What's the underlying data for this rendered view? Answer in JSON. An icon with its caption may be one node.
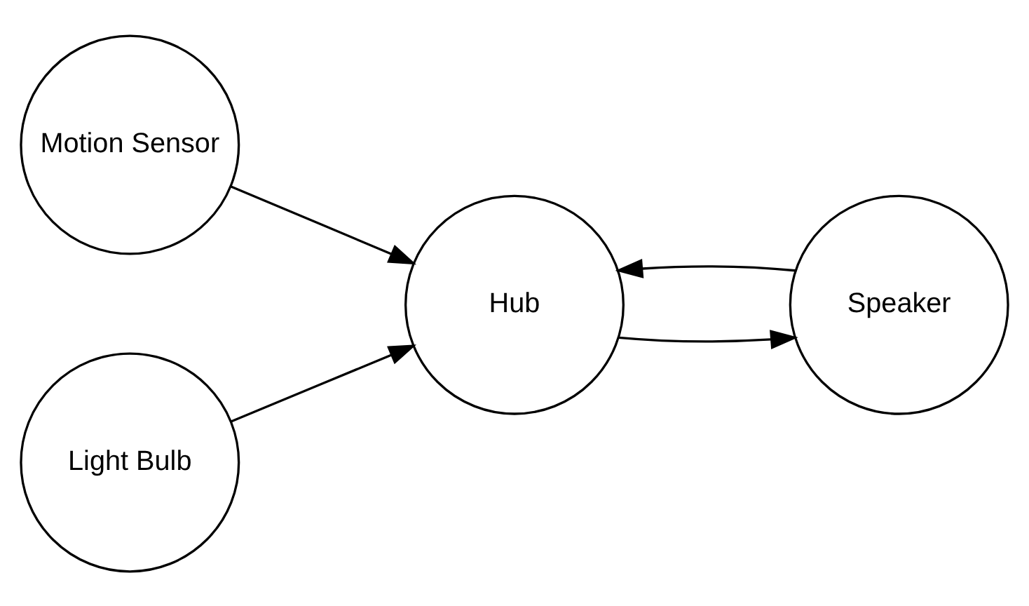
{
  "diagram": {
    "nodes": [
      {
        "text": [
          "Motion Sensor"
        ]
      },
      {
        "text": [
          "Light Bulb"
        ]
      },
      {
        "text": [
          "Hub"
        ]
      },
      {
        "text": [
          "Speaker"
        ]
      }
    ],
    "edges": [
      {
        "from": 0,
        "to": 2,
        "arrow": "to"
      },
      {
        "from": 1,
        "to": 2,
        "arrow": "to"
      },
      {
        "from": 2,
        "to": 3,
        "arrow": "to"
      },
      {
        "from": 3,
        "to": 2,
        "arrow": "to"
      }
    ]
  }
}
